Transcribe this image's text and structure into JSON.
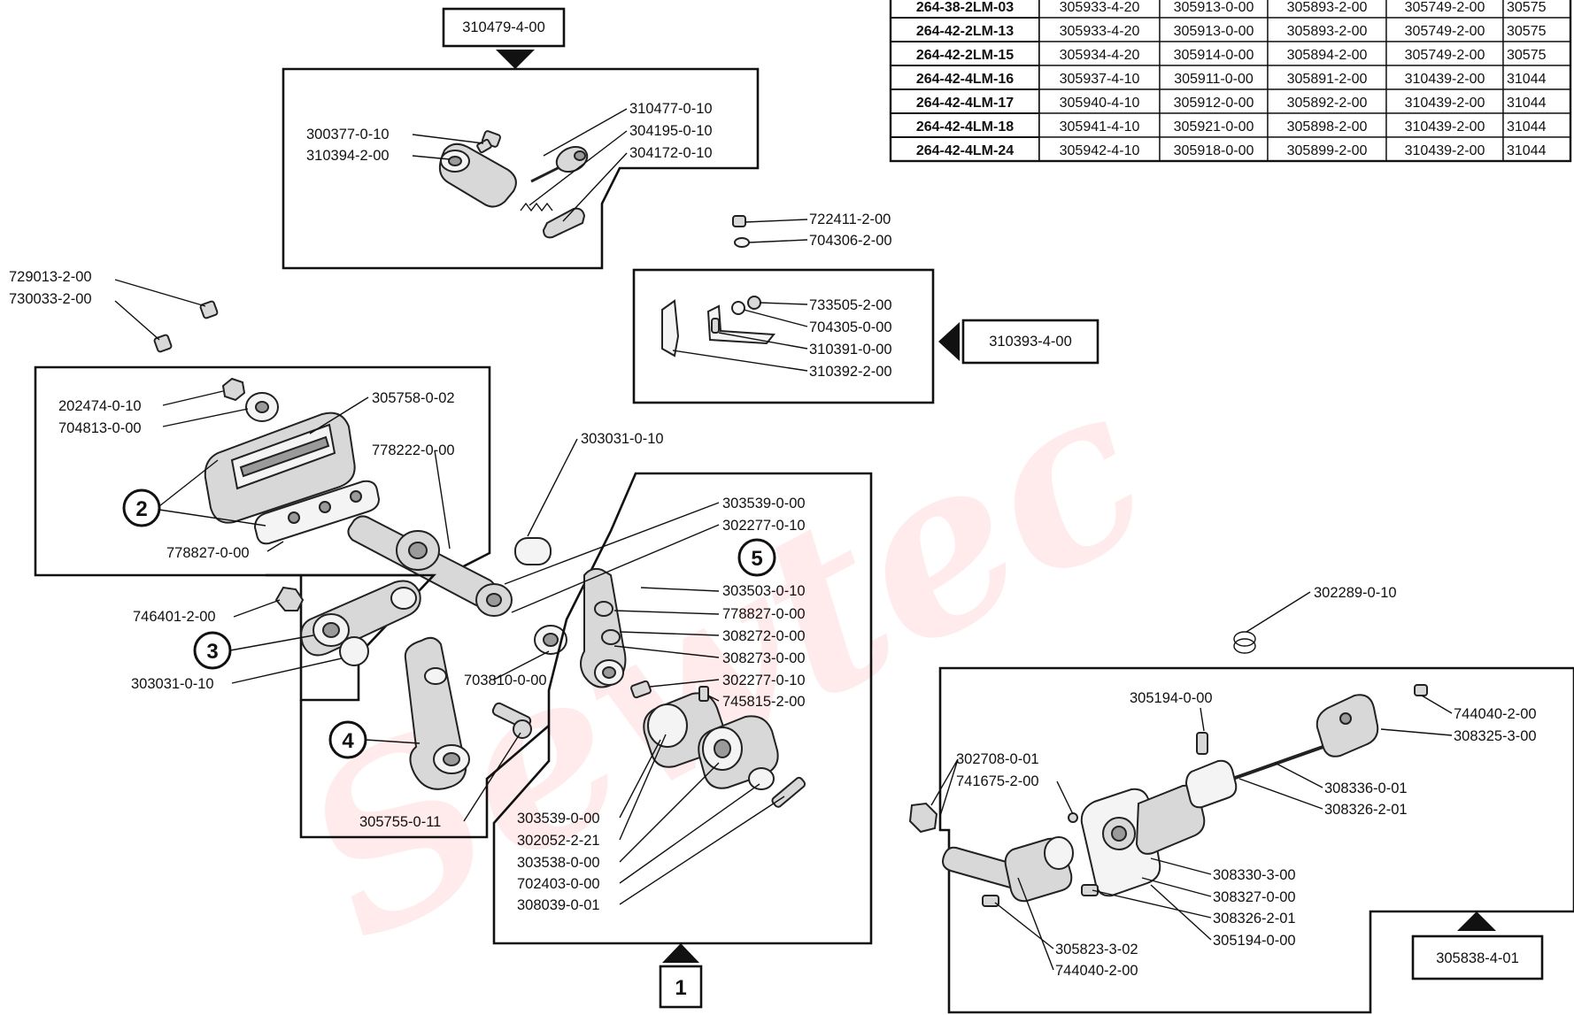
{
  "watermark": "Sewtec",
  "table": {
    "rows": [
      [
        "264-38-2LM-03",
        "305933-4-20",
        "305913-0-00",
        "305893-2-00",
        "305749-2-00",
        "30575"
      ],
      [
        "264-42-2LM-13",
        "305933-4-20",
        "305913-0-00",
        "305893-2-00",
        "305749-2-00",
        "30575"
      ],
      [
        "264-42-2LM-15",
        "305934-4-20",
        "305914-0-00",
        "305894-2-00",
        "305749-2-00",
        "30575"
      ],
      [
        "264-42-4LM-16",
        "305937-4-10",
        "305911-0-00",
        "305891-2-00",
        "310439-2-00",
        "31044"
      ],
      [
        "264-42-4LM-17",
        "305940-4-10",
        "305912-0-00",
        "305892-2-00",
        "310439-2-00",
        "31044"
      ],
      [
        "264-42-4LM-18",
        "305941-4-10",
        "305921-0-00",
        "305898-2-00",
        "310439-2-00",
        "31044"
      ],
      [
        "264-42-4LM-24",
        "305942-4-10",
        "305918-0-00",
        "305899-2-00",
        "310439-2-00",
        "31044"
      ]
    ]
  },
  "assemblies": {
    "a310479": "310479-4-00",
    "a310393": "310393-4-00",
    "a305838": "305838-4-01",
    "num1": "1",
    "num2": "2",
    "num3": "3",
    "num4": "4",
    "num5": "5"
  },
  "labels": {
    "p300377": "300377-0-10",
    "p310394": "310394-2-00",
    "p310477": "310477-0-10",
    "p304195": "304195-0-10",
    "p304172": "304172-0-10",
    "p722411": "722411-2-00",
    "p704306": "704306-2-00",
    "p733505": "733505-2-00",
    "p704305": "704305-0-00",
    "p310391": "310391-0-00",
    "p310392": "310392-2-00",
    "p729013": "729013-2-00",
    "p730033": "730033-2-00",
    "p202474": "202474-0-10",
    "p704813": "704813-0-00",
    "p305758": "305758-0-02",
    "p778222": "778222-0-00",
    "p303031a": "303031-0-10",
    "p778827a": "778827-0-00",
    "p303539a": "303539-0-00",
    "p302277a": "302277-0-10",
    "p303503": "303503-0-10",
    "p778827b": "778827-0-00",
    "p308272": "308272-0-00",
    "p308273": "308273-0-00",
    "p302277b": "302277-0-10",
    "p745815": "745815-2-00",
    "p746401": "746401-2-00",
    "p303031b": "303031-0-10",
    "p703810": "703810-0-00",
    "p305755": "305755-0-11",
    "p303539b": "303539-0-00",
    "p302052": "302052-2-21",
    "p303538": "303538-0-00",
    "p702403": "702403-0-00",
    "p308039": "308039-0-01",
    "p302289": "302289-0-10",
    "p305194a": "305194-0-00",
    "p744040a": "744040-2-00",
    "p308325": "308325-3-00",
    "p302708": "302708-0-01",
    "p741675": "741675-2-00",
    "p308336": "308336-0-01",
    "p308326a": "308326-2-01",
    "p308330": "308330-3-00",
    "p308327": "308327-0-00",
    "p308326b": "308326-2-01",
    "p305194b": "305194-0-00",
    "p305823": "305823-3-02",
    "p744040b": "744040-2-00"
  }
}
